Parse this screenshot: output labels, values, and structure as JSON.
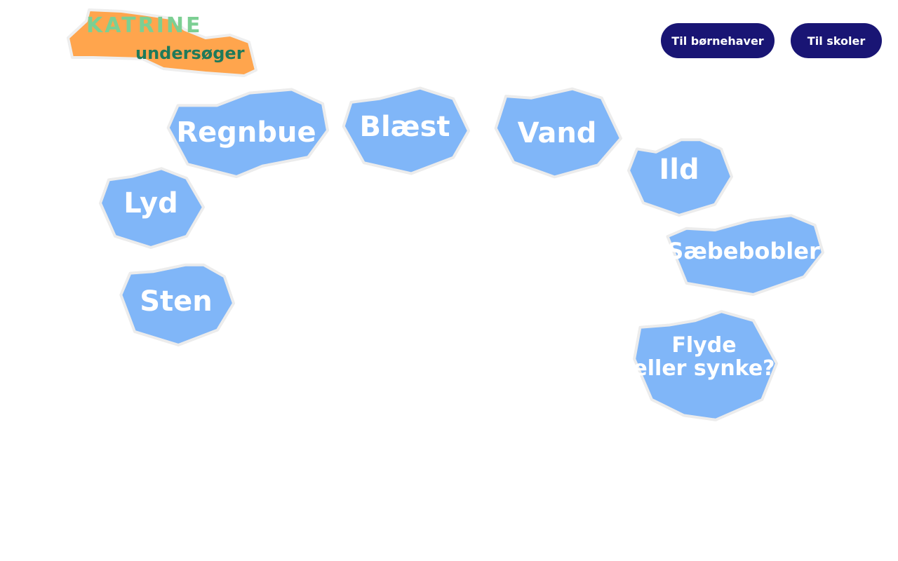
{
  "logo": {
    "line1": "KATRINE",
    "line2": "undersøger"
  },
  "nav": {
    "kindergartens": "Til børnehaver",
    "schools": "Til skoler"
  },
  "topics": [
    {
      "label": "Regnbue"
    },
    {
      "label": "Blæst"
    },
    {
      "label": "Vand"
    },
    {
      "label": "Ild"
    },
    {
      "label": "Lyd"
    },
    {
      "label": "Sæbebobler"
    },
    {
      "label": "Sten"
    },
    {
      "label": "Flyde\neller synke?"
    }
  ],
  "colors": {
    "blob": "#80b6f8",
    "button": "#191574",
    "logo_bg": "#ffa54d"
  }
}
